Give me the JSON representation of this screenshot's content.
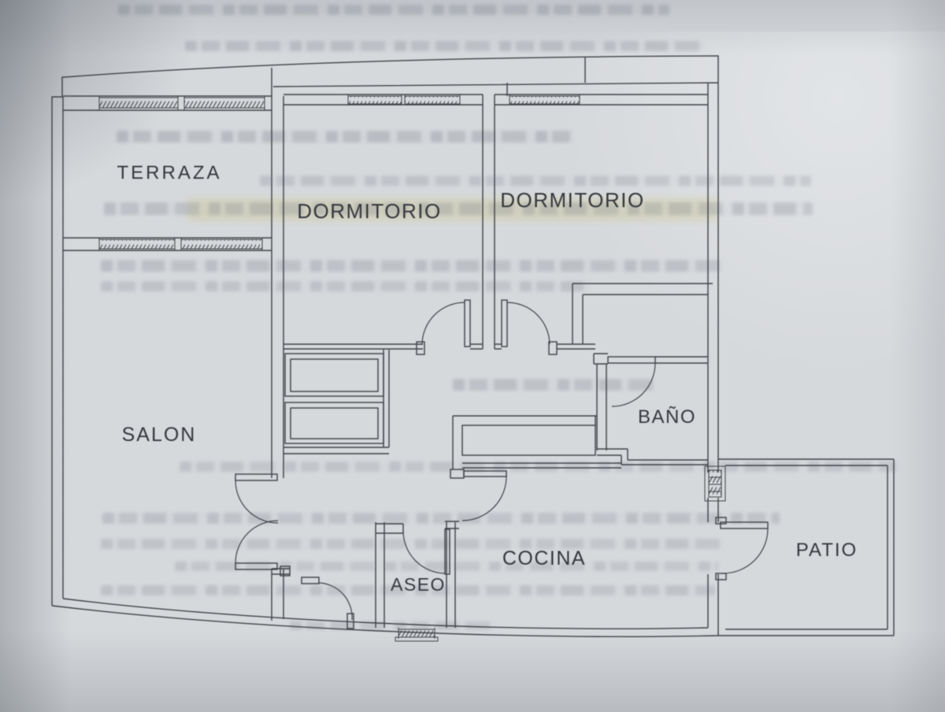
{
  "document": {
    "kind": "scanned apartment floor plan photo",
    "language": "es"
  },
  "rooms": [
    {
      "id": "terraza",
      "label": "TERRAZA"
    },
    {
      "id": "dormitorio-left",
      "label": "DORMITORIO"
    },
    {
      "id": "dormitorio-right",
      "label": "DORMITORIO"
    },
    {
      "id": "salon",
      "label": "SALON"
    },
    {
      "id": "bano",
      "label": "BAÑO"
    },
    {
      "id": "aseo",
      "label": "ASEO"
    },
    {
      "id": "cocina",
      "label": "COCINA"
    },
    {
      "id": "patio",
      "label": "PATIO"
    }
  ],
  "colors": {
    "paper": "#d6d9dc",
    "wall_line": "#3f4247",
    "label_text": "#34373c",
    "highlight_band": "#cec78e"
  }
}
